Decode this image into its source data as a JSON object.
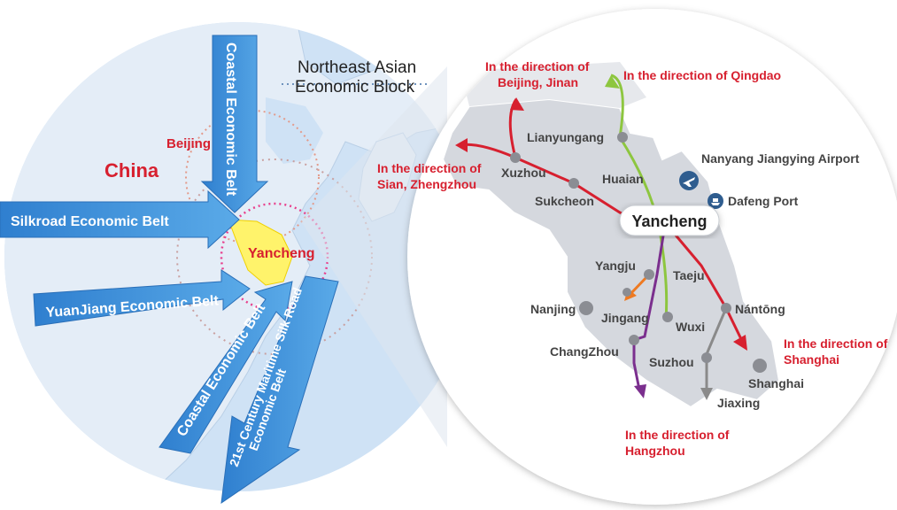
{
  "left_map": {
    "country_label": "China",
    "capital_label": "Beijing",
    "focus_city": "Yancheng",
    "block_title_line1": "Northeast Asian",
    "block_title_line2": "Economic Block",
    "belts": {
      "coastal_top": "Coastal Economic Belt",
      "silkroad": "Silkroad Economic Belt",
      "yuanjiang": "YuanJiang Economic Belt",
      "coastal_bottom": "Coastal Economic Belt",
      "maritime_line1": "21st Century Maritime Silk Road",
      "maritime_line2": "Economic Belt"
    }
  },
  "right_map": {
    "center_label": "Yancheng",
    "cities": {
      "lianyungang": "Lianyungang",
      "xuzhou": "Xuzhou",
      "huaian": "Huaian",
      "sukcheon": "Sukcheon",
      "yangju": "Yangju",
      "taeju": "Taeju",
      "nanjing": "Nanjing",
      "jingang": "Jingang",
      "wuxi": "Wuxi",
      "nantong": "Nántōng",
      "changzhou": "ChangZhou",
      "suzhou": "Suzhou",
      "shanghai": "Shanghai",
      "jiaxing": "Jiaxing"
    },
    "facilities": {
      "airport": "Nanyang Jiangying Airport",
      "port": "Dafeng Port"
    },
    "directions": {
      "beijing_l1": "In the direction of",
      "beijing_l2": "Beijing, Jinan",
      "qingdao": "In the direction of Qingdao",
      "sian_l1": "In the direction of",
      "sian_l2": "Sian, Zhengzhou",
      "shanghai_l1": "In the direction of",
      "shanghai_l2": "Shanghai",
      "hangzhou_l1": "In the direction of",
      "hangzhou_l2": "Hangzhou"
    }
  },
  "colors": {
    "sea": "#cfe2f5",
    "land": "#e3ecf6",
    "arrow": "#3a8fd6",
    "red_route": "#d7202f",
    "green_route": "#8dc63f",
    "purple_route": "#7b2f8e",
    "orange_route": "#ee7a22",
    "grey_route": "#8a8a8a",
    "highlight": "#fff36b"
  }
}
